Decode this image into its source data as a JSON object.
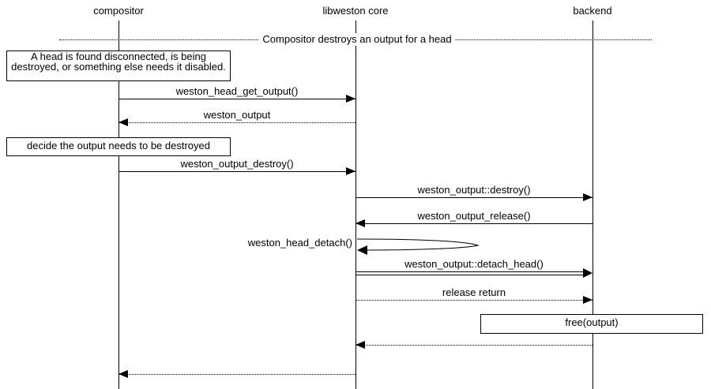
{
  "diagram": {
    "title_hint": "libweston output destroy sequence",
    "colors": {
      "line": "#000000",
      "background": "#ffffff"
    },
    "actors": [
      {
        "id": "compositor",
        "label": "compositor"
      },
      {
        "id": "libweston-core",
        "label": "libweston core"
      },
      {
        "id": "backend",
        "label": "backend"
      }
    ],
    "divider": {
      "label": "Compositor destroys an output for a head"
    },
    "notes": [
      {
        "text": "A head is found disconnected, is being destroyed, or something else needs it disabled.",
        "anchor": "compositor"
      },
      {
        "text": "decide the output needs to be destroyed",
        "anchor": "compositor"
      },
      {
        "text": "free(output)",
        "anchor": "backend"
      }
    ],
    "messages": [
      {
        "label": "weston_head_get_output()",
        "from": "compositor",
        "to": "libweston core",
        "line": "solid"
      },
      {
        "label": "weston_output",
        "from": "libweston core",
        "to": "compositor",
        "line": "dotted"
      },
      {
        "label": "weston_output_destroy()",
        "from": "compositor",
        "to": "libweston core",
        "line": "solid"
      },
      {
        "label": "weston_output::destroy()",
        "from": "libweston core",
        "to": "backend",
        "line": "solid"
      },
      {
        "label": "weston_output_release()",
        "from": "backend",
        "to": "libweston core",
        "line": "solid"
      },
      {
        "label": "weston_head_detach()",
        "from": "libweston core",
        "to": "libweston core",
        "line": "self"
      },
      {
        "label": "weston_output::detach_head()",
        "from": "libweston core",
        "to": "backend",
        "line": "double"
      },
      {
        "label": "release return",
        "from": "libweston core",
        "to": "backend",
        "line": "dotted"
      },
      {
        "label": "",
        "from": "backend",
        "to": "libweston core",
        "line": "dotted"
      },
      {
        "label": "",
        "from": "libweston core",
        "to": "compositor",
        "line": "dotted"
      }
    ]
  }
}
